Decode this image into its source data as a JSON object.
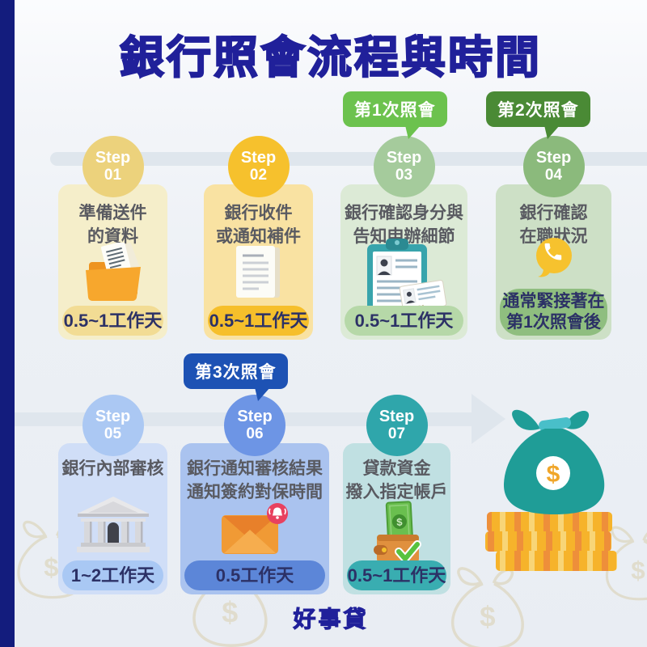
{
  "frame": {
    "title": "銀行照會流程與時間",
    "brand": "好事貸"
  },
  "callouts": [
    {
      "label": "第1次照會",
      "color": "#6cc24e"
    },
    {
      "label": "第2次照會",
      "color": "#4a8a35"
    },
    {
      "label": "第3次照會",
      "color": "#1d52b4"
    }
  ],
  "steps": [
    {
      "label": "Step",
      "number": "01",
      "title": "準備送件\n的資料",
      "duration": "0.5~1工作天",
      "icon": "folder-documents-icon",
      "colors": {
        "circle": "#ecd27c",
        "card": "#f5eeca",
        "pill": "#f2dc94"
      }
    },
    {
      "label": "Step",
      "number": "02",
      "title": "銀行收件\n或通知補件",
      "duration": "0.5~1工作天",
      "icon": "document-icon",
      "colors": {
        "circle": "#f6c12d",
        "card": "#f9e2a2",
        "pill": "#f6bf2b"
      }
    },
    {
      "label": "Step",
      "number": "03",
      "title": "銀行確認身分與\n告知申辦細節",
      "duration": "0.5~1工作天",
      "icon": "id-verification-icon",
      "colors": {
        "circle": "#a5cb9c",
        "card": "#dcead6",
        "pill": "#b6d8a8"
      }
    },
    {
      "label": "Step",
      "number": "04",
      "title": "銀行確認\n在職狀況",
      "duration": "通常緊接著在\n第1次照會後",
      "icon": "phone-call-icon",
      "colors": {
        "circle": "#8bba7c",
        "card": "#cde0c6",
        "pill": "#8fbe7f"
      }
    },
    {
      "label": "Step",
      "number": "05",
      "title": "銀行內部審核",
      "duration": "1~2工作天",
      "icon": "bank-icon",
      "colors": {
        "circle": "#abc8f3",
        "card": "#d0def7",
        "pill": "#a9c8f4"
      }
    },
    {
      "label": "Step",
      "number": "06",
      "title": "銀行通知審核結果\n通知簽約對保時間",
      "duration": "0.5工作天",
      "icon": "mail-notification-icon",
      "colors": {
        "circle": "#6d95e5",
        "card": "#aac3ef",
        "pill": "#5c86d8"
      }
    },
    {
      "label": "Step",
      "number": "07",
      "title": "貸款資金\n撥入指定帳戶",
      "duration": "0.5~1工作天",
      "icon": "wallet-money-icon",
      "colors": {
        "circle": "#2fa6ab",
        "card": "#c0e0e2",
        "pill": "#39adb1"
      }
    }
  ],
  "decor": {
    "money_bag_icon": "money-bag-coins-icon",
    "watermark_icon": "money-bag-outline-icon"
  },
  "colors": {
    "accent_navy": "#20209a",
    "side_stripe": "#131c7d",
    "timeline": "#dfe6ed",
    "card_text": "#595a61",
    "pill_text": "#2c3166"
  }
}
